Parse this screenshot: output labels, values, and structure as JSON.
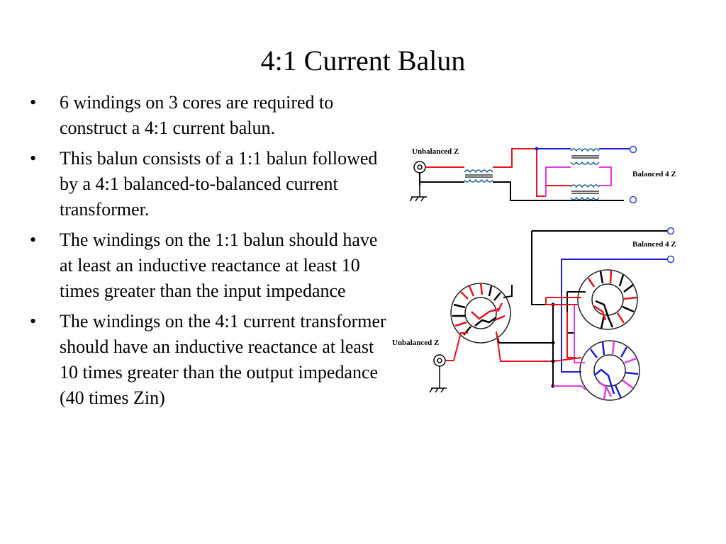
{
  "title": "4:1 Current Balun",
  "bullets": [
    "6 windings on 3 cores are required to construct a 4:1 current balun.",
    "This balun consists of a 1:1 balun followed by a 4:1 balanced-to-balanced current transformer.",
    "The windings on the 1:1 balun should have at least an inductive reactance at least 10 times greater than the input impedance",
    "The windings on the 4:1 current transformer should have an inductive reactance at least 10 times greater than the output impedance (40 times Zin)"
  ],
  "diagram": {
    "schematic": {
      "input_label": "Unbalanced Z",
      "output_label": "Balanced 4 Z"
    },
    "toroid": {
      "input_label": "Unbalanced Z",
      "output_label": "Balanced 4 Z"
    },
    "colors": {
      "red": "#e8121b",
      "blue": "#1d1dd8",
      "magenta": "#e33be3",
      "black": "#000000",
      "terminal": "#2a3fd1"
    }
  }
}
